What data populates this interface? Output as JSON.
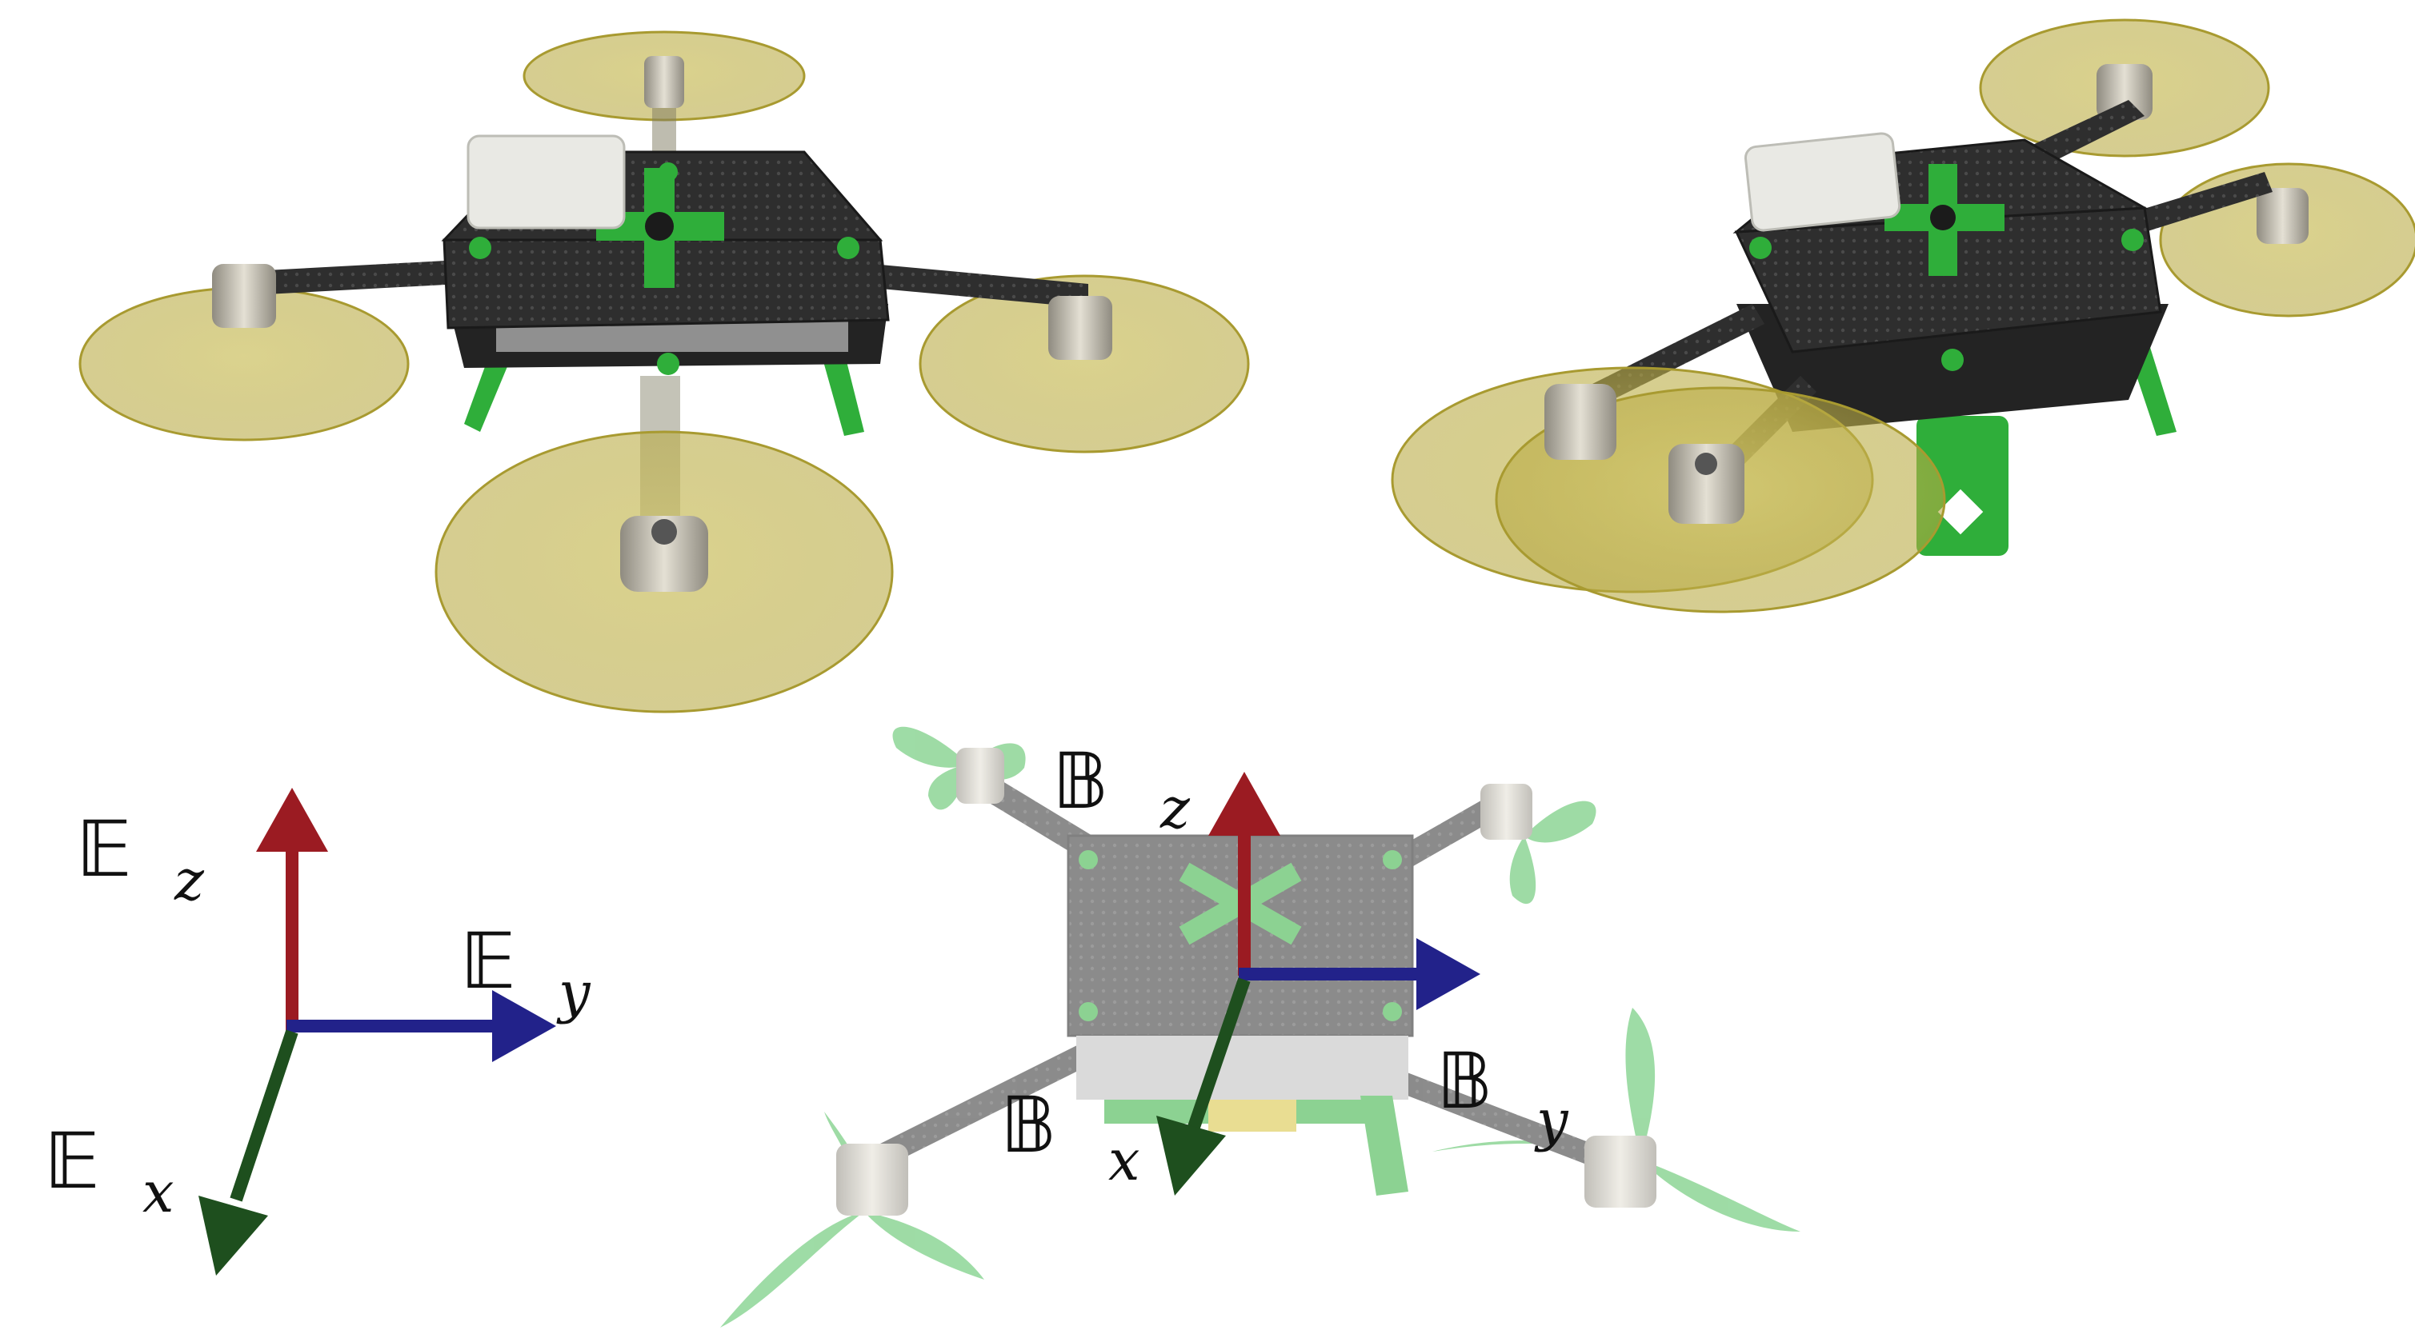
{
  "earth_frame": {
    "z_label": "𝔼",
    "z_sub": "z",
    "y_label": "𝔼",
    "y_sub": "y",
    "x_label": "𝔼",
    "x_sub": "x"
  },
  "body_frame": {
    "z_label": "𝔹",
    "z_sub": "z",
    "y_label": "𝔹",
    "y_sub": "y",
    "x_label": "𝔹",
    "x_sub": "x"
  },
  "colors": {
    "z_axis": "#9b1b22",
    "y_axis": "#22228a",
    "x_axis": "#1e4f1e",
    "carbon": "#2b2b2b",
    "frame_green": "#2fae3a",
    "propeller_disc": "#c9be5a",
    "motor": "#c9c4b8"
  },
  "icons": {
    "quadrotor_spinning": "drone-rotating-props-icon",
    "quadrotor_tilted": "drone-tilted-icon",
    "quadrotor_body": "drone-body-frame-icon"
  }
}
